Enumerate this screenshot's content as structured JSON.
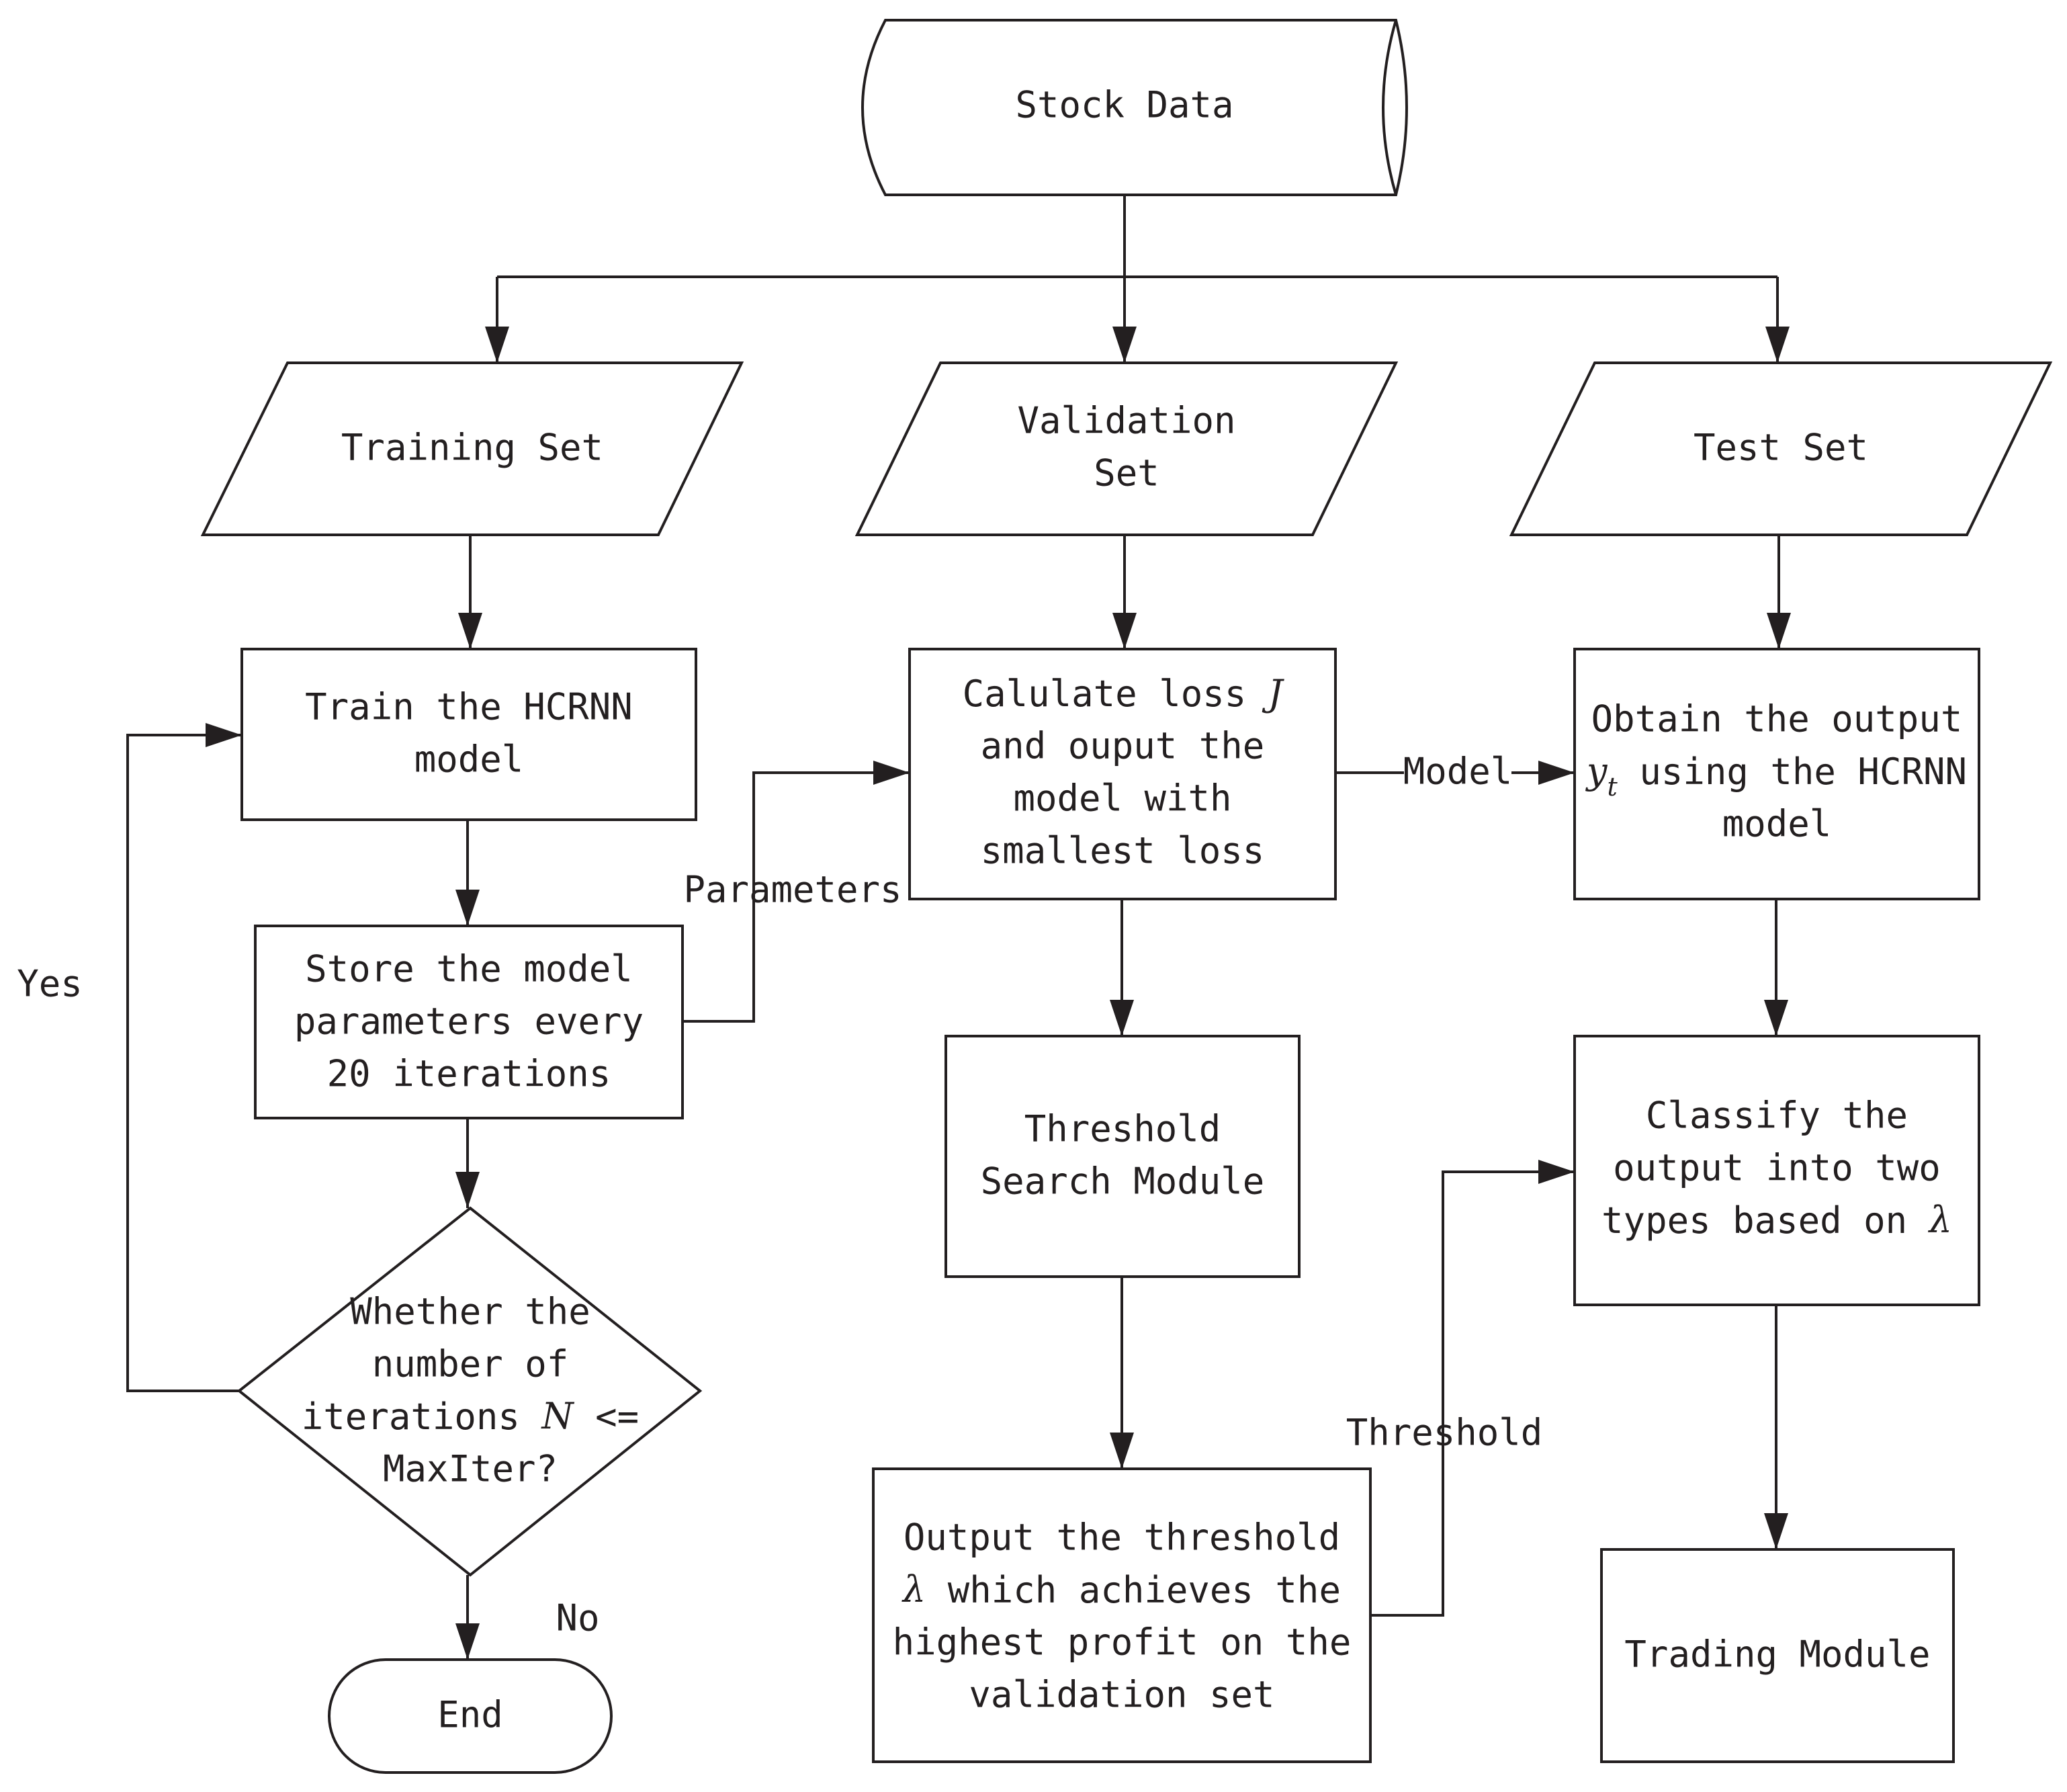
{
  "nodes": {
    "stock_data": "Stock Data",
    "training_set": "Training Set",
    "validation_set": [
      "Validation",
      "Set"
    ],
    "test_set": "Test Set",
    "train_model": [
      "Train the HCRNN",
      "model"
    ],
    "store_params": [
      "Store the model",
      "parameters every",
      "20 iterations"
    ],
    "decision": {
      "line1": "Whether the",
      "line2": "number of",
      "line3_pre": "iterations ",
      "line3_var": "N",
      "line3_post": " <=",
      "line4": "MaxIter?"
    },
    "end": "End",
    "calc_loss": {
      "line1_pre": "Calulate loss ",
      "line1_var": "J",
      "line2": "and ouput the",
      "line3": "model with",
      "line4": "smallest loss"
    },
    "threshold_search": [
      "Threshold",
      "Search Module"
    ],
    "output_threshold": {
      "line1": "Output the threshold",
      "line2_var": "λ",
      "line2_post": " which achieves the",
      "line3": "highest profit on the",
      "line4": "validation set"
    },
    "obtain_output": {
      "line1": "Obtain the output",
      "line2_var": "y",
      "line2_sub": "t",
      "line2_post": " using the HCRNN",
      "line3": "model"
    },
    "classify": {
      "line1": "Classify the",
      "line2": "output into two",
      "line3_pre": "types based on ",
      "line3_var": "λ"
    },
    "trading": "Trading Module"
  },
  "edge_labels": {
    "parameters": "Parameters",
    "model": "Model",
    "threshold": "Threshold",
    "yes": "Yes",
    "no": "No"
  },
  "colors": {
    "stroke": "#231f20",
    "background": "#ffffff"
  }
}
